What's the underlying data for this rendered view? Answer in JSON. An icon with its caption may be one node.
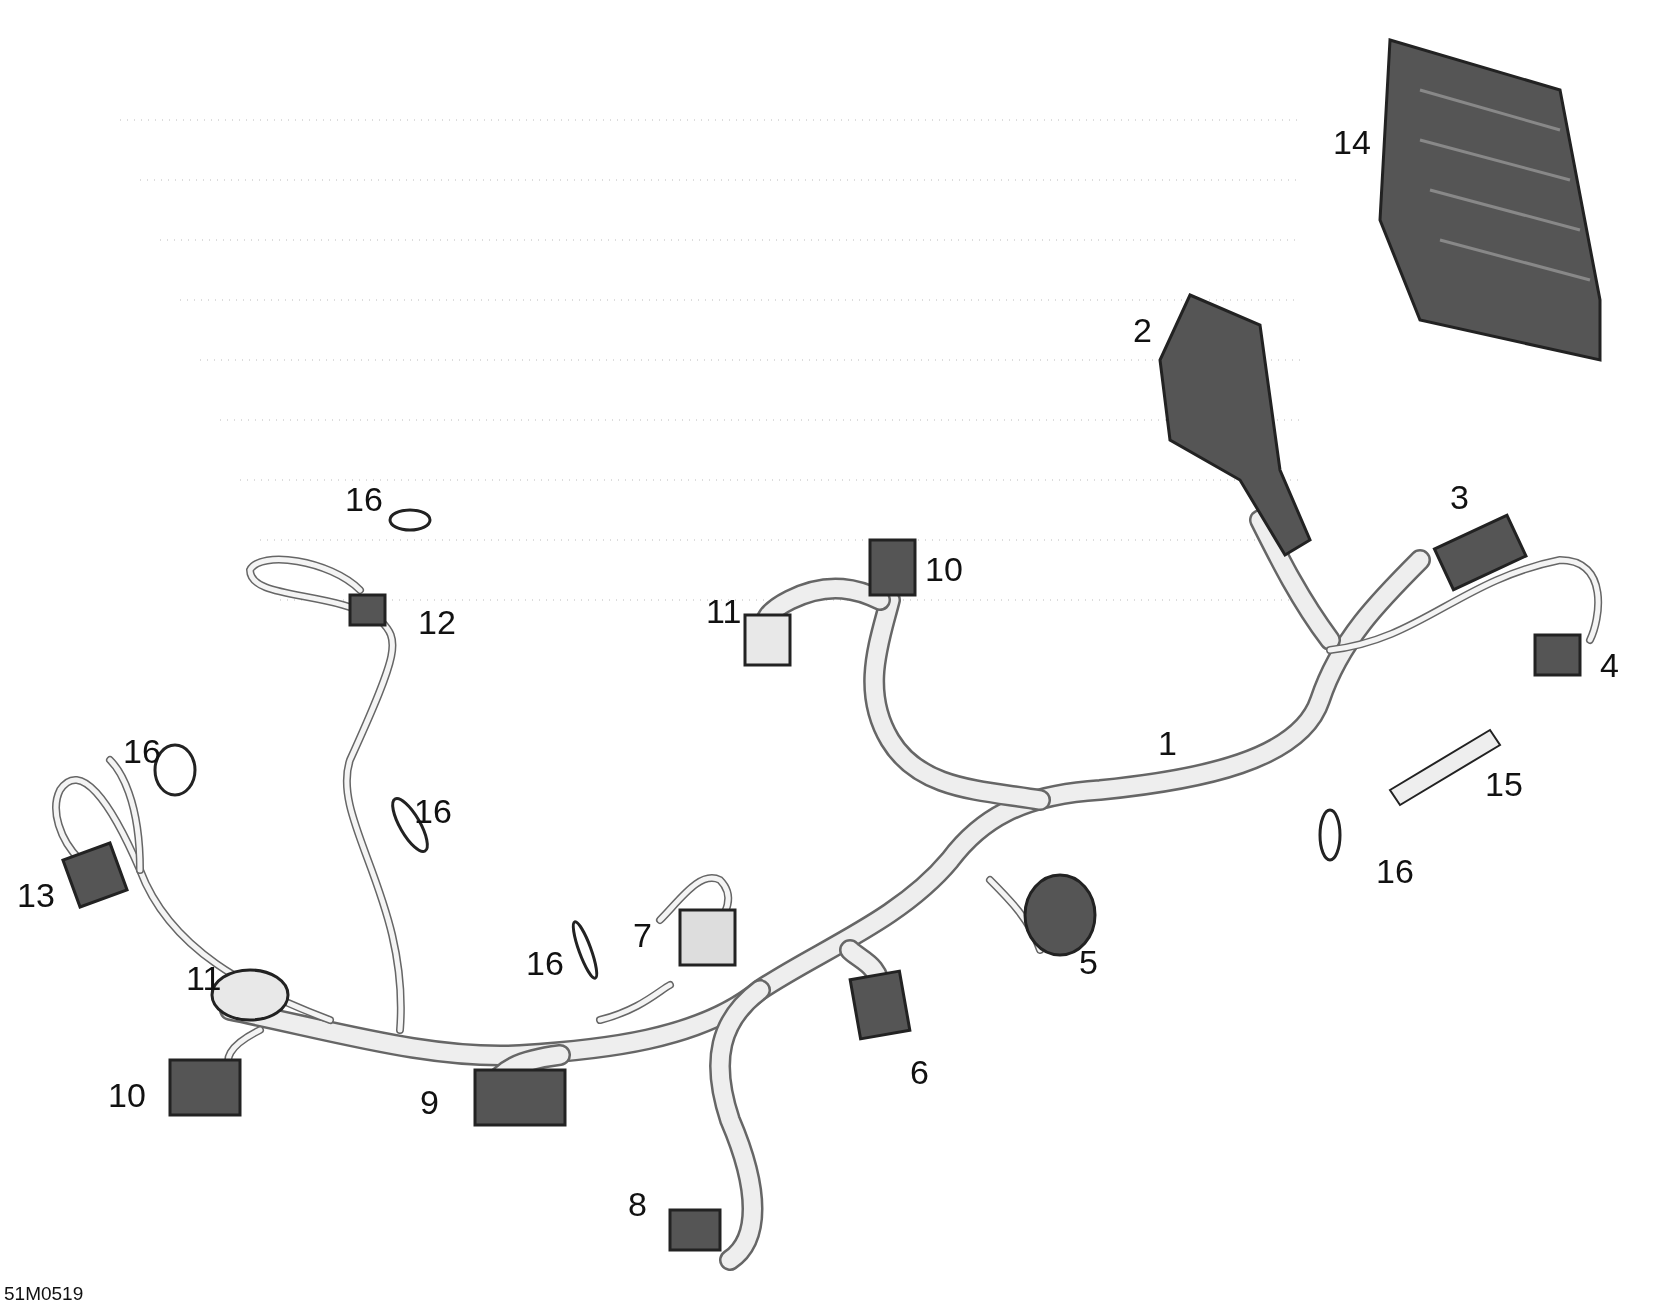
{
  "diagram": {
    "labels": [
      "14",
      "2",
      "3",
      "16",
      "10",
      "12",
      "11",
      "4",
      "1",
      "16",
      "15",
      "16",
      "16",
      "13",
      "7",
      "5",
      "16",
      "11",
      "6",
      "10",
      "9",
      "8",
      "51M0519"
    ]
  }
}
